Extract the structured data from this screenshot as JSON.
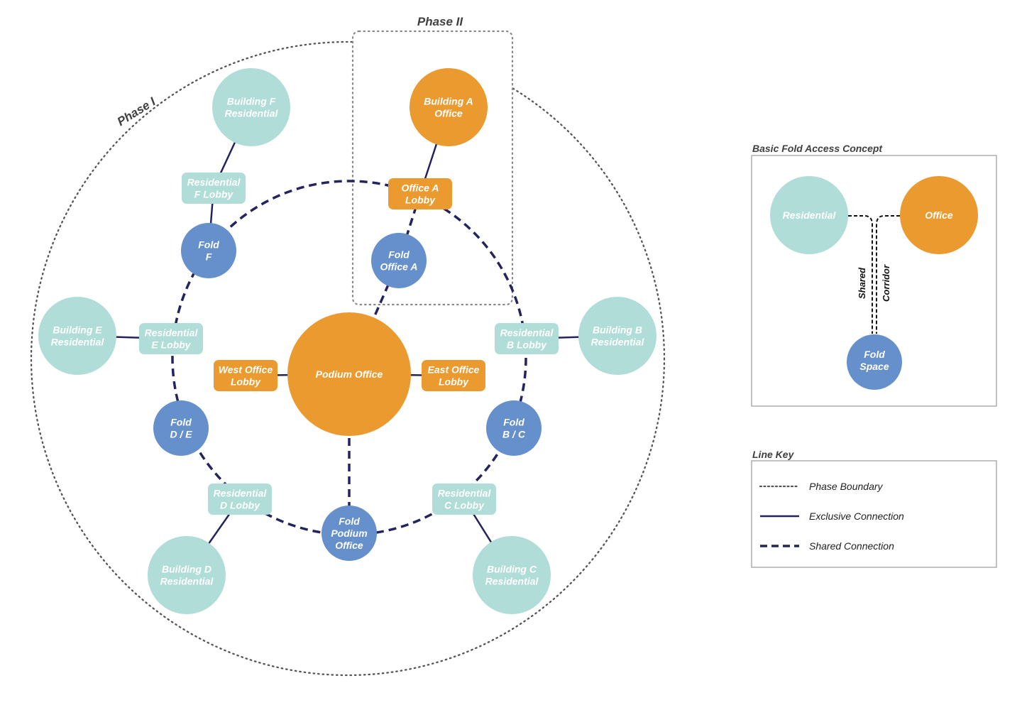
{
  "colors": {
    "residential": "#b0ddd8",
    "office": "#ea9a2f",
    "fold": "#6690cc",
    "line": "#25235e",
    "boundary": "#555555",
    "panel_border": "#9a9a9a"
  },
  "phase_labels": {
    "phase_1": "Phase I",
    "phase_2": "Phase II"
  },
  "nodes": [
    {
      "id": "building-f",
      "type": "residential",
      "lines": [
        "Building F",
        "Residential"
      ]
    },
    {
      "id": "building-a",
      "type": "office",
      "lines": [
        "Building A",
        "Office"
      ]
    },
    {
      "id": "building-b",
      "type": "residential",
      "lines": [
        "Building B",
        "Residential"
      ]
    },
    {
      "id": "building-c",
      "type": "residential",
      "lines": [
        "Building C",
        "Residential"
      ]
    },
    {
      "id": "building-d",
      "type": "residential",
      "lines": [
        "Building D",
        "Residential"
      ]
    },
    {
      "id": "building-e",
      "type": "residential",
      "lines": [
        "Building E",
        "Residential"
      ]
    },
    {
      "id": "residential-f-lobby",
      "type": "residential",
      "lines": [
        "Residential",
        "F Lobby"
      ]
    },
    {
      "id": "office-a-lobby",
      "type": "office",
      "lines": [
        "Office A",
        "Lobby"
      ]
    },
    {
      "id": "residential-b-lobby",
      "type": "residential",
      "lines": [
        "Residential",
        "B Lobby"
      ]
    },
    {
      "id": "residential-c-lobby",
      "type": "residential",
      "lines": [
        "Residential",
        "C Lobby"
      ]
    },
    {
      "id": "residential-d-lobby",
      "type": "residential",
      "lines": [
        "Residential",
        "D Lobby"
      ]
    },
    {
      "id": "residential-e-lobby",
      "type": "residential",
      "lines": [
        "Residential",
        "E Lobby"
      ]
    },
    {
      "id": "west-office-lobby",
      "type": "office",
      "lines": [
        "West Office",
        "Lobby"
      ]
    },
    {
      "id": "east-office-lobby",
      "type": "office",
      "lines": [
        "East Office",
        "Lobby"
      ]
    },
    {
      "id": "fold-f",
      "type": "fold",
      "lines": [
        "Fold",
        "F"
      ]
    },
    {
      "id": "fold-office-a",
      "type": "fold",
      "lines": [
        "Fold",
        "Office A"
      ]
    },
    {
      "id": "fold-b-c",
      "type": "fold",
      "lines": [
        "Fold",
        "B / C"
      ]
    },
    {
      "id": "fold-d-e",
      "type": "fold",
      "lines": [
        "Fold",
        "D / E"
      ]
    },
    {
      "id": "fold-podium-office",
      "type": "fold",
      "lines": [
        "Fold",
        "Podium",
        "Office"
      ]
    },
    {
      "id": "podium-office",
      "type": "office",
      "lines": [
        "Podium Office"
      ]
    }
  ],
  "connections": [
    {
      "from": "building-f",
      "to": "residential-f-lobby",
      "kind": "exclusive"
    },
    {
      "from": "residential-f-lobby",
      "to": "fold-f",
      "kind": "exclusive"
    },
    {
      "from": "building-a",
      "to": "office-a-lobby",
      "kind": "exclusive"
    },
    {
      "from": "office-a-lobby",
      "to": "fold-office-a",
      "kind": "shared"
    },
    {
      "from": "fold-office-a",
      "to": "podium-office",
      "kind": "shared"
    },
    {
      "from": "building-b",
      "to": "residential-b-lobby",
      "kind": "exclusive"
    },
    {
      "from": "building-c",
      "to": "residential-c-lobby",
      "kind": "exclusive"
    },
    {
      "from": "building-d",
      "to": "residential-d-lobby",
      "kind": "exclusive"
    },
    {
      "from": "building-e",
      "to": "residential-e-lobby",
      "kind": "exclusive"
    },
    {
      "from": "west-office-lobby",
      "to": "podium-office",
      "kind": "exclusive"
    },
    {
      "from": "podium-office",
      "to": "east-office-lobby",
      "kind": "exclusive"
    },
    {
      "from": "podium-office",
      "to": "fold-podium-office",
      "kind": "shared"
    }
  ],
  "ring": {
    "kind": "shared"
  },
  "concept_panel": {
    "title": "Basic Fold Access Concept",
    "residential": "Residential",
    "office": "Office",
    "fold_lines": [
      "Fold",
      "Space"
    ],
    "corridor_left": "Shared",
    "corridor_right": "Corridor"
  },
  "line_key": {
    "title": "Line Key",
    "items": [
      {
        "kind": "boundary",
        "label": "Phase Boundary"
      },
      {
        "kind": "exclusive",
        "label": "Exclusive Connection"
      },
      {
        "kind": "shared",
        "label": "Shared Connection"
      }
    ]
  }
}
